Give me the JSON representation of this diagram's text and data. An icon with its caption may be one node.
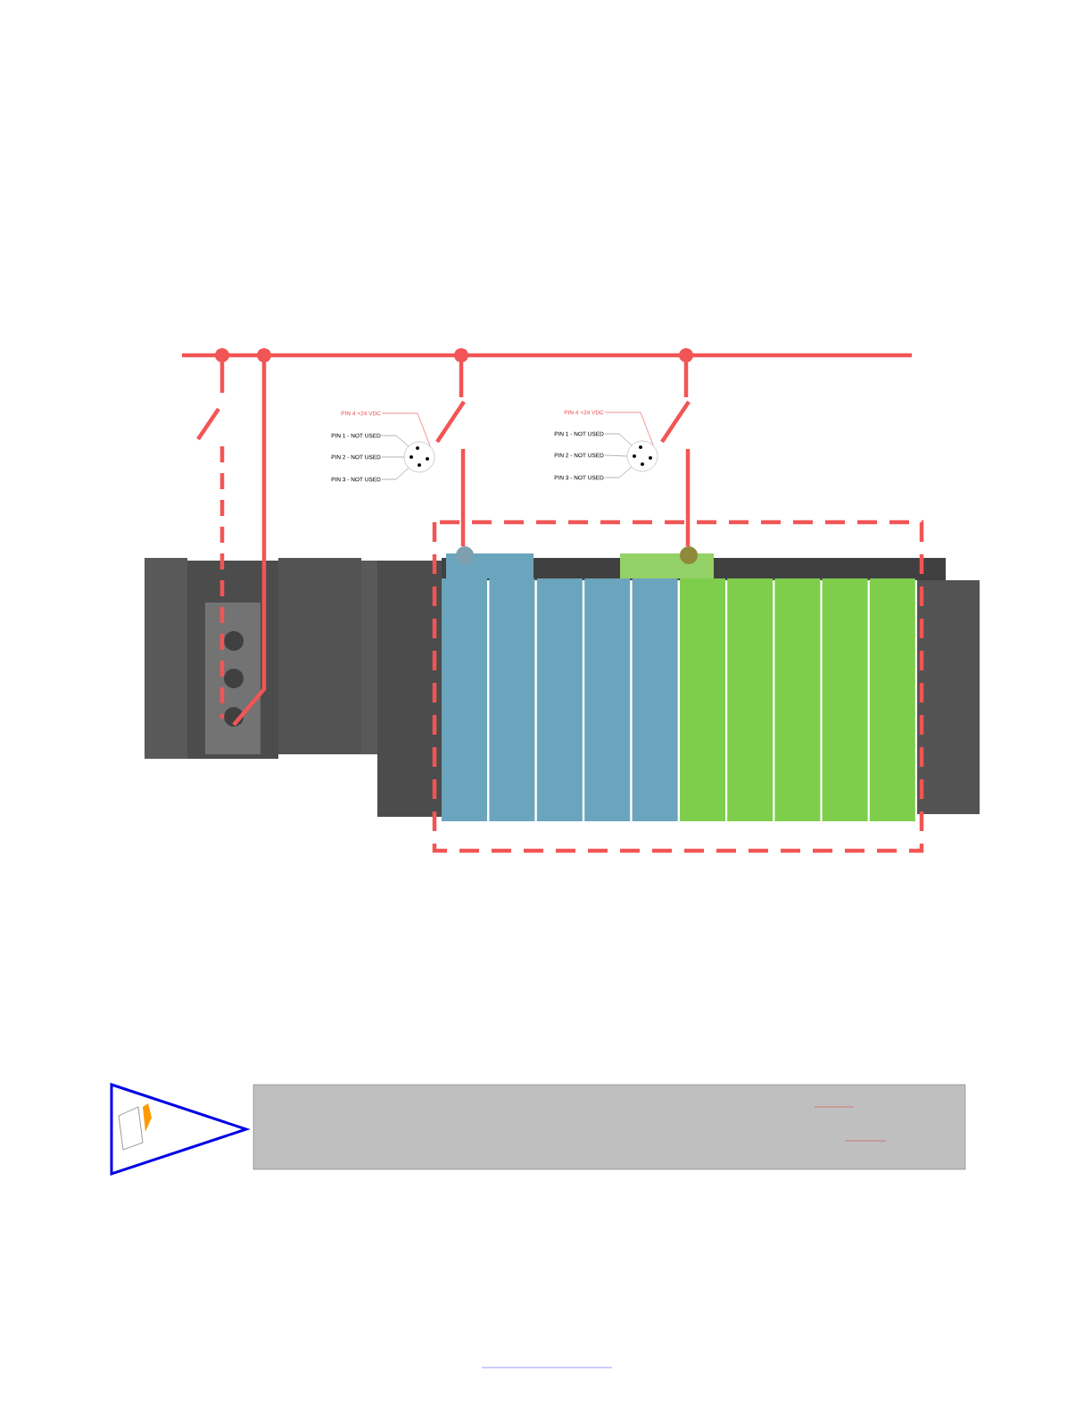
{
  "diagram": {
    "nodes": [
      {
        "text": [
          "PIN 4 +24 VDC"
        ]
      },
      {
        "text": [
          "PIN 1 - NOT USED"
        ]
      },
      {
        "text": [
          "PIN 2 - NOT USED"
        ]
      },
      {
        "text": [
          "PIN 3 - NOT USED"
        ]
      },
      {
        "text": [],
        "shape": "circle"
      },
      {
        "text": [
          "PIN 4 +24 VDC"
        ]
      },
      {
        "text": [
          "PIN 1 - NOT USED"
        ]
      },
      {
        "text": [
          "PIN 2 - NOT USED"
        ]
      },
      {
        "text": [
          "PIN 3 - NOT USED"
        ]
      },
      {
        "text": [],
        "shape": "circle"
      }
    ],
    "edges": [
      {
        "from": 0,
        "to": 4,
        "arrow": "none",
        "color": "#e84a4a"
      },
      {
        "from": 1,
        "to": 4,
        "arrow": "none"
      },
      {
        "from": 2,
        "to": 4,
        "arrow": "none"
      },
      {
        "from": 3,
        "to": 4,
        "arrow": "none"
      },
      {
        "from": 5,
        "to": 9,
        "arrow": "none",
        "color": "#e84a4a"
      },
      {
        "from": 6,
        "to": 9,
        "arrow": "none"
      },
      {
        "from": 7,
        "to": 9,
        "arrow": "none"
      },
      {
        "from": 8,
        "to": 9,
        "arrow": "none"
      }
    ]
  }
}
